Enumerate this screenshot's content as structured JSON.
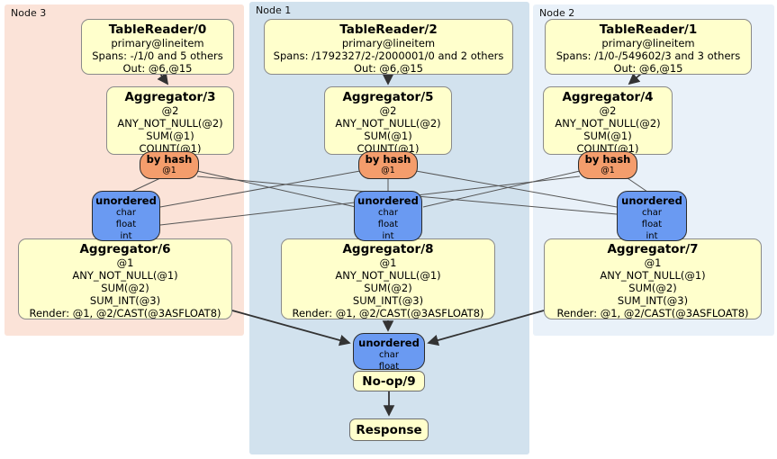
{
  "regions": {
    "node3": {
      "label": "Node 3"
    },
    "node1": {
      "label": "Node 1"
    },
    "node2": {
      "label": "Node 2"
    }
  },
  "processors": {
    "tr0": {
      "title": "TableReader/0",
      "lines": [
        "primary@lineitem",
        "Spans: -/1/0 and 5 others",
        "Out: @6,@15"
      ]
    },
    "tr2": {
      "title": "TableReader/2",
      "lines": [
        "primary@lineitem",
        "Spans: /1792327/2-/2000001/0 and 2 others",
        "Out: @6,@15"
      ]
    },
    "tr1": {
      "title": "TableReader/1",
      "lines": [
        "primary@lineitem",
        "Spans: /1/0-/549602/3 and 3 others",
        "Out: @6,@15"
      ]
    },
    "agg3": {
      "title": "Aggregator/3",
      "lines": [
        "@2",
        "ANY_NOT_NULL(@2)",
        "SUM(@1)",
        "COUNT(@1)"
      ]
    },
    "agg5": {
      "title": "Aggregator/5",
      "lines": [
        "@2",
        "ANY_NOT_NULL(@2)",
        "SUM(@1)",
        "COUNT(@1)"
      ]
    },
    "agg4": {
      "title": "Aggregator/4",
      "lines": [
        "@2",
        "ANY_NOT_NULL(@2)",
        "SUM(@1)",
        "COUNT(@1)"
      ]
    },
    "agg6": {
      "title": "Aggregator/6",
      "lines": [
        "@1",
        "ANY_NOT_NULL(@1)",
        "SUM(@2)",
        "SUM_INT(@3)",
        "Render: @1, @2/CAST(@3ASFLOAT8)"
      ]
    },
    "agg8": {
      "title": "Aggregator/8",
      "lines": [
        "@1",
        "ANY_NOT_NULL(@1)",
        "SUM(@2)",
        "SUM_INT(@3)",
        "Render: @1, @2/CAST(@3ASFLOAT8)"
      ]
    },
    "agg7": {
      "title": "Aggregator/7",
      "lines": [
        "@1",
        "ANY_NOT_NULL(@1)",
        "SUM(@2)",
        "SUM_INT(@3)",
        "Render: @1, @2/CAST(@3ASFLOAT8)"
      ]
    }
  },
  "routers": {
    "hash3": {
      "label": "by hash",
      "detail": "@1"
    },
    "hash5": {
      "label": "by hash",
      "detail": "@1"
    },
    "hash4": {
      "label": "by hash",
      "detail": "@1"
    }
  },
  "syncs": {
    "un3": {
      "label": "unordered",
      "streams": [
        "char",
        "float",
        "int"
      ]
    },
    "un1": {
      "label": "unordered",
      "streams": [
        "char",
        "float",
        "int"
      ]
    },
    "un2": {
      "label": "unordered",
      "streams": [
        "char",
        "float",
        "int"
      ]
    },
    "unfinal": {
      "label": "unordered",
      "streams": [
        "char",
        "float"
      ]
    }
  },
  "terminals": {
    "noop": {
      "title": "No-op/9"
    },
    "response": {
      "title": "Response"
    }
  },
  "edges": [
    "TableReader/0 -> Aggregator/3",
    "TableReader/2 -> Aggregator/5",
    "TableReader/1 -> Aggregator/4",
    "by hash @1 (Node 3) -> unordered (Node 3)",
    "by hash @1 (Node 3) -> unordered (Node 1)",
    "by hash @1 (Node 3) -> unordered (Node 2)",
    "by hash @1 (Node 1) -> unordered (Node 3)",
    "by hash @1 (Node 1) -> unordered (Node 1)",
    "by hash @1 (Node 1) -> unordered (Node 2)",
    "by hash @1 (Node 2) -> unordered (Node 3)",
    "by hash @1 (Node 2) -> unordered (Node 1)",
    "by hash @1 (Node 2) -> unordered (Node 2)",
    "Aggregator/6 -> unordered (final)",
    "Aggregator/8 -> unordered (final)",
    "Aggregator/7 -> unordered (final)",
    "No-op/9 -> Response"
  ],
  "colors": {
    "node3_bg": "#fbe3d8",
    "node1_bg": "#d2e2ee",
    "node2_bg": "#e9f1f9",
    "processor_bg": "#ffffcc",
    "router_bg": "#f49d6c",
    "sync_bg": "#6a9af2",
    "edge": "#444444"
  }
}
